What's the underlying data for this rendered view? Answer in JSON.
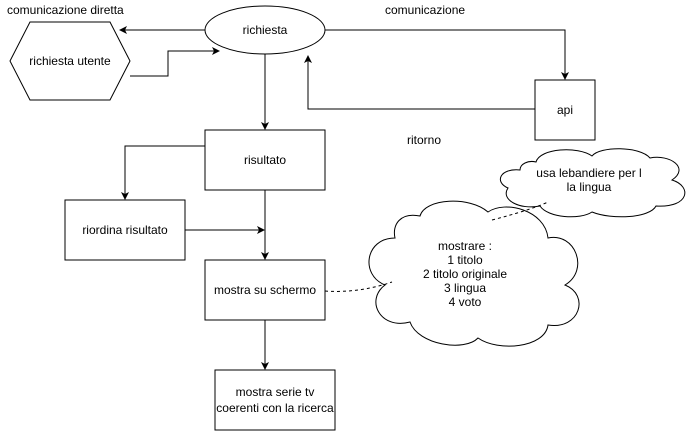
{
  "diagram": {
    "labels": {
      "direct_comm": "comunicazione diretta",
      "comm": "comunicazione",
      "return": "ritorno"
    },
    "nodes": {
      "richiesta": "richiesta",
      "richiesta_utente": "richiesta utente",
      "api": "api",
      "risultato": "risultato",
      "riordina": "riordina risultato",
      "mostra": "mostra su schermo",
      "serie_line1": "mostra serie tv",
      "serie_line2": "coerenti con la ricerca"
    },
    "notes": {
      "flags_line1": "usa lebandiere per l",
      "flags_line2": "la lingua",
      "show_line1": "mostrare :",
      "show_line2": "1 titolo",
      "show_line3": "2 titolo originale",
      "show_line4": "3 lingua",
      "show_line5": "4 voto"
    }
  }
}
